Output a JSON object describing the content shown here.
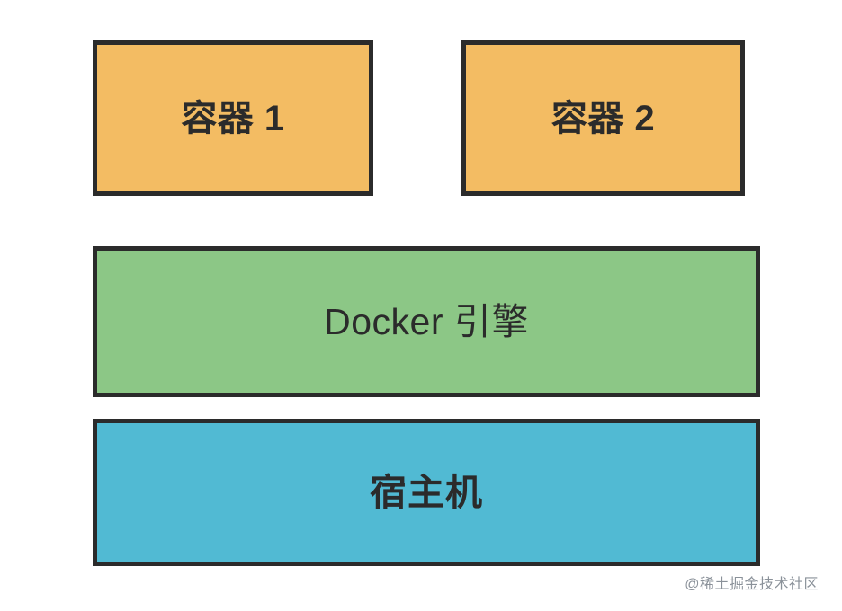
{
  "diagram": {
    "title": "Docker architecture layers",
    "background_color": "#ffffff",
    "border_color": "#2b2b2b",
    "text_color": "#2b2b2b",
    "layers": [
      {
        "id": "containers",
        "nodes": [
          {
            "id": "container-1",
            "label": "容器 1",
            "fill": "#f3bc63"
          },
          {
            "id": "container-2",
            "label": "容器 2",
            "fill": "#f3bc63"
          }
        ]
      },
      {
        "id": "engine",
        "nodes": [
          {
            "id": "docker-engine",
            "label": "Docker 引擎",
            "fill": "#8cc786"
          }
        ]
      },
      {
        "id": "host",
        "nodes": [
          {
            "id": "host-machine",
            "label": "宿主机",
            "fill": "#51bad3"
          }
        ]
      }
    ]
  },
  "watermark": {
    "text": "@稀土掘金技术社区",
    "color": "#8a9199"
  }
}
